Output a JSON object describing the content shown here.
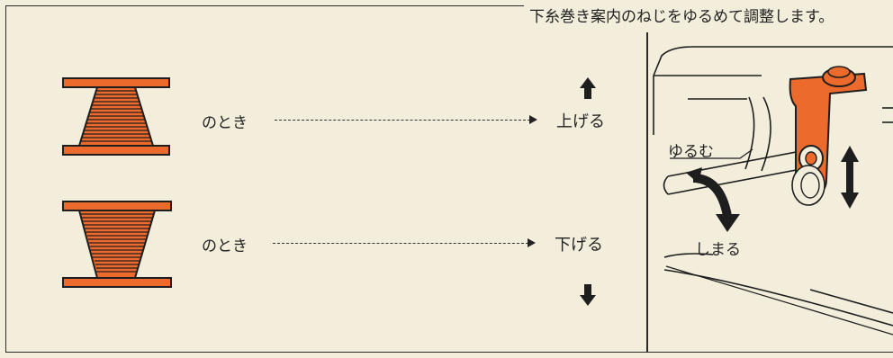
{
  "instruction": "下糸巻き案内のねじをゆるめて調整します。",
  "rows": [
    {
      "condition": "のとき",
      "action": "上げる",
      "direction": "up"
    },
    {
      "condition": "のとき",
      "action": "下げる",
      "direction": "down"
    }
  ],
  "illustration": {
    "loosen_label": "ゆるむ",
    "tighten_label": "しまる"
  },
  "colors": {
    "accent": "#ec6a2c",
    "ink": "#222222",
    "paper": "#f3eddb"
  }
}
